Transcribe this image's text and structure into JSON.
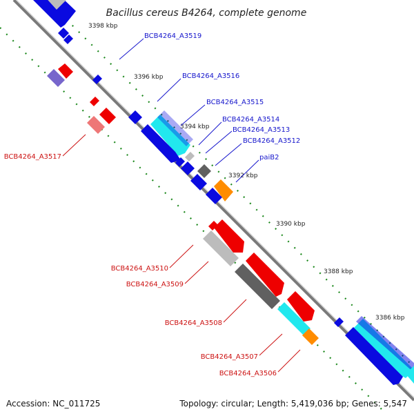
{
  "title": "Bacillus cereus B4264, complete genome",
  "colors": {
    "backbone": "#7a7a7a",
    "tick": "#1f8a1f",
    "forward_label": "#1515cc",
    "reverse_label": "#cc1111",
    "blue": "#0a0ae0",
    "red": "#ee0000",
    "cyan": "#22e8ee",
    "gray": "#606060",
    "lightgray": "#bcbcbc",
    "orange": "#ff8c00",
    "purple": "#7766cc",
    "pink": "#ee7777"
  },
  "kbp_markers": [
    "3398 kbp",
    "3396 kbp",
    "3394 kbp",
    "3392 kbp",
    "3390 kbp",
    "3388 kbp",
    "3386 kbp"
  ],
  "gene_labels": [
    {
      "id": "a3519",
      "text": "BCB4264_A3519",
      "strand": "forward"
    },
    {
      "id": "a3516",
      "text": "BCB4264_A3516",
      "strand": "forward"
    },
    {
      "id": "a3515",
      "text": "BCB4264_A3515",
      "strand": "forward"
    },
    {
      "id": "a3514",
      "text": "BCB4264_A3514",
      "strand": "forward"
    },
    {
      "id": "a3513",
      "text": "BCB4264_A3513",
      "strand": "forward"
    },
    {
      "id": "a3512",
      "text": "BCB4264_A3512",
      "strand": "forward"
    },
    {
      "id": "paib2",
      "text": "paiB2",
      "strand": "forward"
    },
    {
      "id": "a3517",
      "text": "BCB4264_A3517",
      "strand": "reverse"
    },
    {
      "id": "a3510",
      "text": "BCB4264_A3510",
      "strand": "reverse"
    },
    {
      "id": "a3509",
      "text": "BCB4264_A3509",
      "strand": "reverse"
    },
    {
      "id": "a3508",
      "text": "BCB4264_A3508",
      "strand": "reverse"
    },
    {
      "id": "a3507",
      "text": "BCB4264_A3507",
      "strand": "reverse"
    },
    {
      "id": "a3506",
      "text": "BCB4264_A3506",
      "strand": "reverse"
    }
  ],
  "accession": "Accession: NC_011725",
  "summary": "Topology: circular; Length: 5,419,036 bp; Genes: 5,547"
}
